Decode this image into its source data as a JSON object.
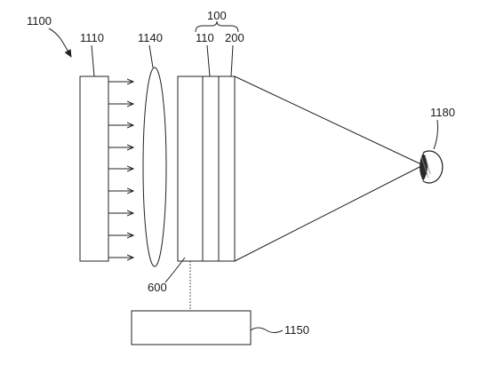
{
  "labels": {
    "system": "1100",
    "light_source": "1110",
    "lens": "1140",
    "module": "100",
    "layer_a": "110",
    "layer_b": "200",
    "base_layer": "600",
    "controller": "1150",
    "eye": "1180"
  },
  "colors": {
    "line": "#222222",
    "text": "#1a1a1a",
    "pupil": "#2a2a2a"
  },
  "icons": {
    "eye": "eye-icon"
  }
}
